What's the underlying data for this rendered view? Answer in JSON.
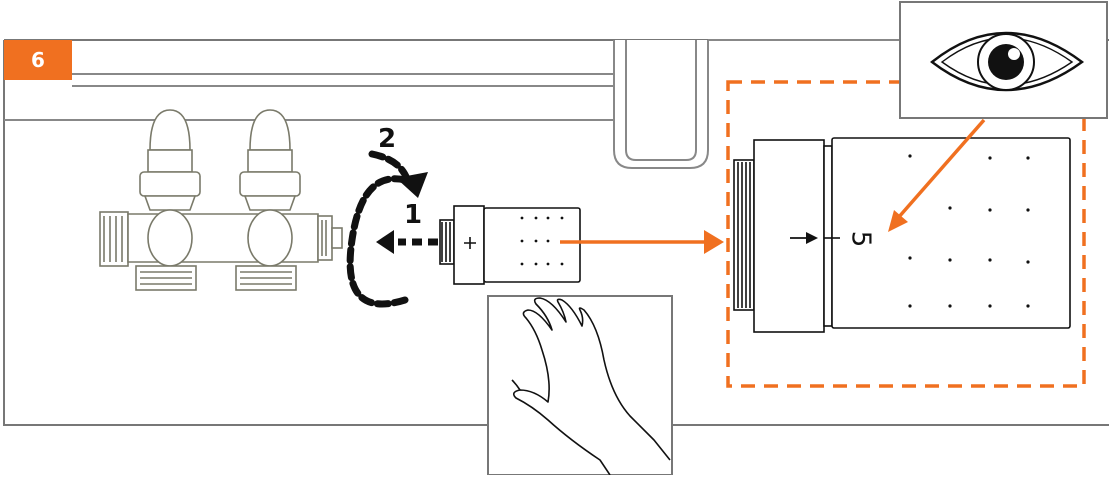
{
  "step": {
    "number": "6"
  },
  "labels": {
    "first_action": "1",
    "second_action": "2",
    "scale_mark": "5"
  },
  "colors": {
    "accent": "#F07020",
    "line": "#555555",
    "outline": "#999999",
    "dark": "#111111"
  },
  "icons": {
    "eye": "eye-icon",
    "hand": "hand-icon"
  }
}
